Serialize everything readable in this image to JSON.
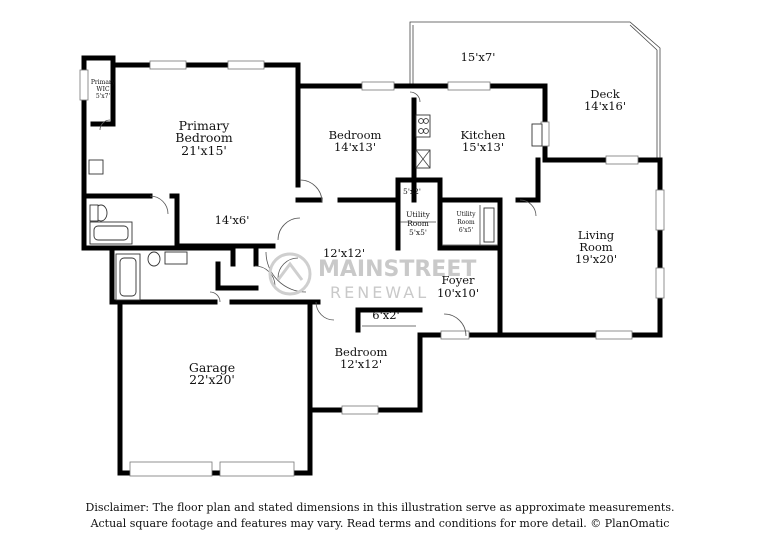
{
  "rooms": {
    "primary_wic": {
      "name": "Primary\nWIC",
      "dim": "5'x7'"
    },
    "primary_bedroom": {
      "name": "Primary\nBedroom",
      "dim": "21'x15'"
    },
    "bath_area": {
      "dim": "14'x6'"
    },
    "bedroom_north": {
      "name": "Bedroom",
      "dim": "14'x13'"
    },
    "kitchen": {
      "name": "Kitchen",
      "dim": "15'x13'"
    },
    "porch": {
      "dim": "15'x7'"
    },
    "deck": {
      "name": "Deck",
      "dim": "14'x16'"
    },
    "pantry": {
      "dim": "5'x2'"
    },
    "utility_1": {
      "name": "Utility\nRoom",
      "dim": "5'x5'"
    },
    "utility_2": {
      "name": "Utility\nRoom",
      "dim": "6'x5'"
    },
    "living_room": {
      "name": "Living\nRoom",
      "dim": "19'x20'"
    },
    "hall": {
      "dim": "12'x12'"
    },
    "foyer": {
      "name": "Foyer",
      "dim": "10'x10'"
    },
    "closet": {
      "dim": "6'x2'"
    },
    "bedroom_south": {
      "name": "Bedroom",
      "dim": "12'x12'"
    },
    "garage": {
      "name": "Garage",
      "dim": "22'x20'"
    }
  },
  "watermark": {
    "line1": "MAINSTREET",
    "line2": "RENEWAL"
  },
  "disclaimer": {
    "line1": "Disclaimer: The floor plan and stated dimensions in this illustration serve as approximate measurements.",
    "line2": "Actual square footage and features may vary. Read terms and conditions for more detail. © PlanOmatic"
  }
}
